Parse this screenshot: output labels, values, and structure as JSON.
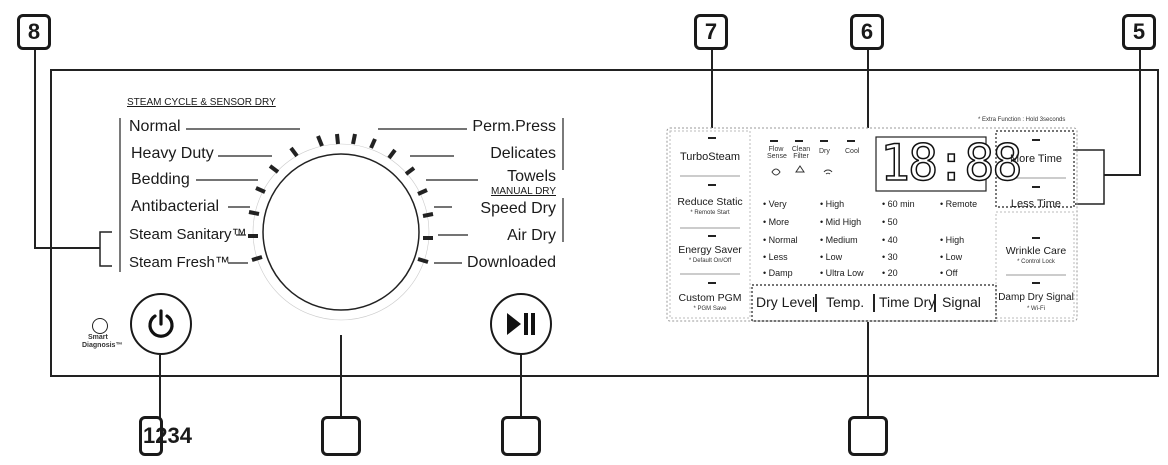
{
  "callouts": {
    "c8": "8",
    "c7": "7",
    "c6": "6",
    "c5": "5",
    "c_bottom_left": "1234"
  },
  "dial": {
    "header": "STEAM CYCLE & SENSOR DRY",
    "left_cycles": [
      "Normal",
      "Heavy Duty",
      "Bedding",
      "Antibacterial",
      "Steam Sanitary™",
      "Steam Fresh™"
    ],
    "right_cycles_top": [
      "Perm.Press",
      "Delicates",
      "Towels"
    ],
    "manual_header": "MANUAL DRY",
    "right_cycles_bottom": [
      "Speed Dry",
      "Air Dry",
      "Downloaded"
    ]
  },
  "smart_diagnosis": {
    "line1": "Smart",
    "line2": "Diagnosis™"
  },
  "left_panel": {
    "buttons": [
      {
        "label": "TurboSteam",
        "sub": ""
      },
      {
        "label": "Reduce Static",
        "sub": "* Remote Start"
      },
      {
        "label": "Energy Saver",
        "sub": "* Default On/Off"
      },
      {
        "label": "Custom PGM",
        "sub": "* PGM Save"
      }
    ]
  },
  "status_icons": {
    "labels": [
      "Flow Sense",
      "Clean Filter",
      "Dry",
      "Cool"
    ]
  },
  "display": {
    "digits": "18:88"
  },
  "options": {
    "col1": [
      "Very",
      "More",
      "Normal",
      "Less",
      "Damp"
    ],
    "col2": [
      "High",
      "Mid High",
      "Medium",
      "Low",
      "Ultra Low"
    ],
    "col3": [
      "60 min",
      "50",
      "40",
      "30",
      "20"
    ],
    "col4_top": "Remote",
    "col4": [
      "High",
      "Low",
      "Off"
    ]
  },
  "bottom_labels": [
    "Dry Level",
    "Temp.",
    "Time Dry",
    "Signal"
  ],
  "right_panel": {
    "note": "* Extra Function : Hold 3seconds",
    "buttons": [
      {
        "label": "More Time",
        "sub": ""
      },
      {
        "label": "Less Time",
        "sub": ""
      },
      {
        "label": "Wrinkle Care",
        "sub": "* Control Lock"
      },
      {
        "label": "Damp Dry Signal",
        "sub": "* Wi-Fi"
      }
    ]
  }
}
